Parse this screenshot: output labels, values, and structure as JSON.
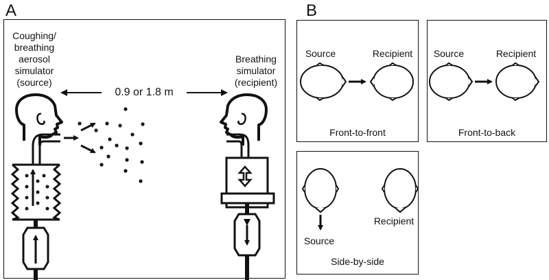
{
  "panel_a": {
    "letter": "A",
    "source_label": [
      "Coughing/",
      "breathing",
      "aerosol",
      "simulator",
      "(source)"
    ],
    "recipient_label": [
      "Breathing",
      "simulator",
      "(recipient)"
    ],
    "distance": "0.9 or 1.8 m"
  },
  "panel_b": {
    "letter": "B",
    "front_to_front": {
      "source": "Source",
      "recipient": "Recipient",
      "caption": "Front-to-front"
    },
    "front_to_back": {
      "source": "Source",
      "recipient": "Recipient",
      "caption": "Front-to-back"
    },
    "side_by_side": {
      "source": "Source",
      "recipient": "Recipient",
      "caption": "Side-by-side"
    }
  }
}
